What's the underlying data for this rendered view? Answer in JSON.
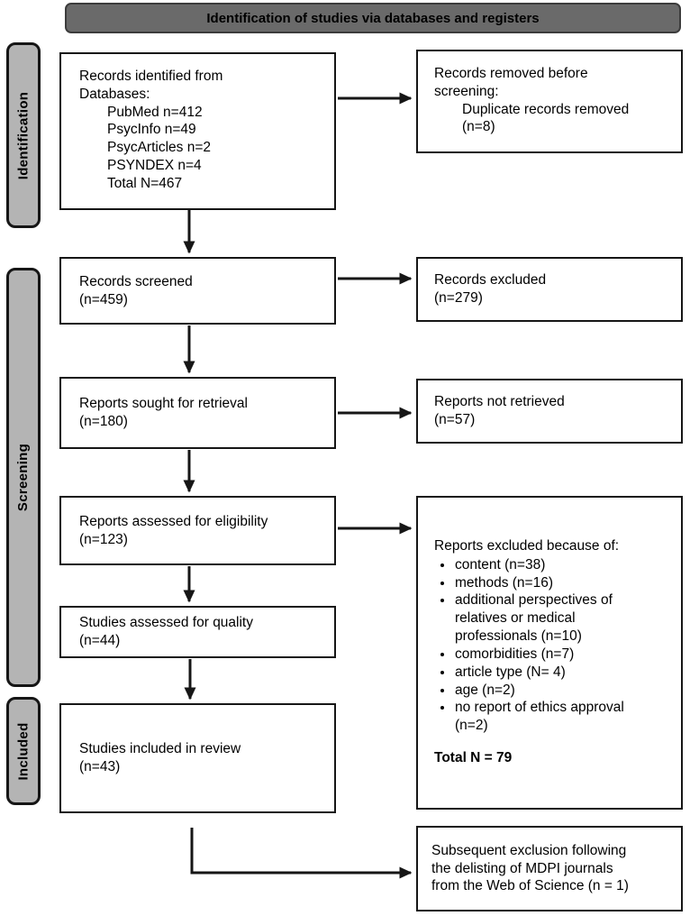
{
  "banner": {
    "title": "Identification of studies via databases and registers"
  },
  "sidebar": {
    "identification": "Identification",
    "screening": "Screening",
    "included": "Included"
  },
  "flow": {
    "records_identified": {
      "heading": "Records identified from\nDatabases:",
      "items": [
        "PubMed n=412",
        "PsycInfo n=49",
        "PsycArticles n=2",
        "PSYNDEX n=4",
        "Total N=467"
      ]
    },
    "records_removed": {
      "heading": "Records removed before\nscreening:",
      "detail": "Duplicate records removed\n(n=8)"
    },
    "records_screened": "Records screened\n(n=459)",
    "records_excluded": "Records excluded\n(n=279)",
    "reports_sought": "Reports sought for retrieval\n(n=180)",
    "reports_not_retrieved": "Reports not retrieved\n(n=57)",
    "reports_assessed": "Reports assessed for eligibility\n(n=123)",
    "reports_excluded": {
      "heading": "Reports excluded because of:",
      "bullets": [
        "content (n=38)",
        "methods (n=16)",
        "additional perspectives of\nrelatives or medical\nprofessionals (n=10)",
        "comorbidities (n=7)",
        "article type (N= 4)",
        "age (n=2)",
        "no report of ethics approval\n(n=2)"
      ],
      "total": "Total N = 79"
    },
    "studies_quality": "Studies assessed for quality\n(n=44)",
    "studies_included": "Studies included in review\n(n=43)",
    "subsequent_exclusion": "Subsequent exclusion following\nthe delisting of MDPI journals\nfrom the Web of Science (n = 1)"
  },
  "colors": {
    "banner_fill": "#6a6a6a",
    "banner_border": "#3c3c3c",
    "stage_label_fill": "#b4b4b4",
    "box_border": "#161616",
    "box_fill": "#ffffff",
    "text": "#000000"
  }
}
